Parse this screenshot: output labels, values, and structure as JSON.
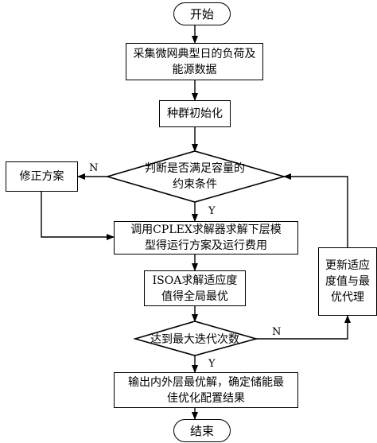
{
  "flowchart": {
    "start": "开始",
    "collect": "采集微网典型日的负荷及能源数据",
    "init": "种群初始化",
    "check_capacity": "判断是否满足容量的约束条件",
    "fix_plan": "修正方案",
    "cplex": "调用CPLEX求解器求解下层模型得运行方案及运行费用",
    "isoa": "ISOA求解适应度值得全局最优",
    "max_iter": "达到最大迭代次数",
    "update": "更新适应度值与最优代理",
    "output": "输出内外层最优解，确定储能最佳优化配置结果",
    "end": "结束",
    "label_n1": "N",
    "label_y1": "Y",
    "label_n2": "N",
    "label_y2": "Y"
  }
}
